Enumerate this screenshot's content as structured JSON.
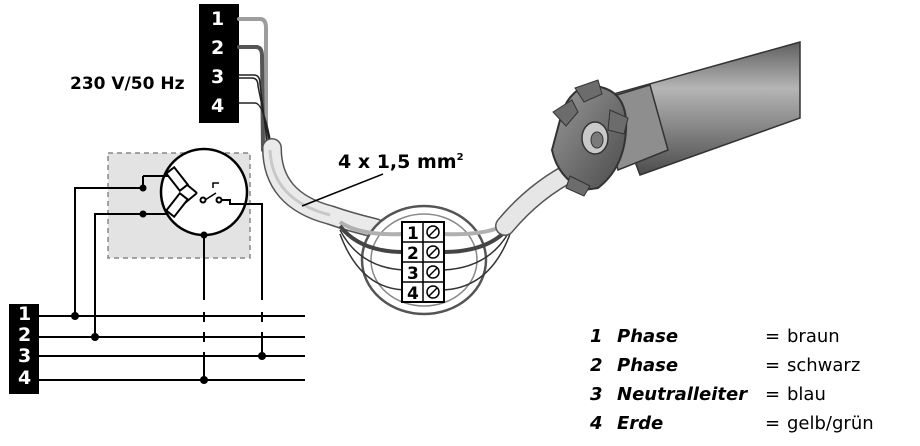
{
  "supply": {
    "voltage_label": "230 V/50 Hz",
    "terminal_numbers": [
      "1",
      "2",
      "3",
      "4"
    ]
  },
  "cable": {
    "size_label": "4 x 1,5 mm",
    "size_superscript": "2"
  },
  "junction_box": {
    "terminal_numbers": [
      "1",
      "2",
      "3",
      "4"
    ]
  },
  "schematic": {
    "line_numbers": [
      "1",
      "2",
      "3",
      "4"
    ]
  },
  "legend": [
    {
      "number": "1",
      "name": "Phase",
      "equals": "=",
      "color": "braun"
    },
    {
      "number": "2",
      "name": "Phase",
      "equals": "=",
      "color": "schwarz"
    },
    {
      "number": "3",
      "name": "Neutralleiter",
      "equals": "=",
      "color": "blau"
    },
    {
      "number": "4",
      "name": "Erde",
      "equals": "=",
      "color": "gelb/grün"
    }
  ],
  "colors": {
    "wire_brown": "#b0b0b0",
    "wire_black": "#555555",
    "wire_blue": "#eeeeee",
    "wire_earth": "#d8d8d8",
    "motor_tube": "#8a8a8a",
    "motor_head": "#7a7a7a",
    "switch_box_bg": "#e3e3e3"
  }
}
